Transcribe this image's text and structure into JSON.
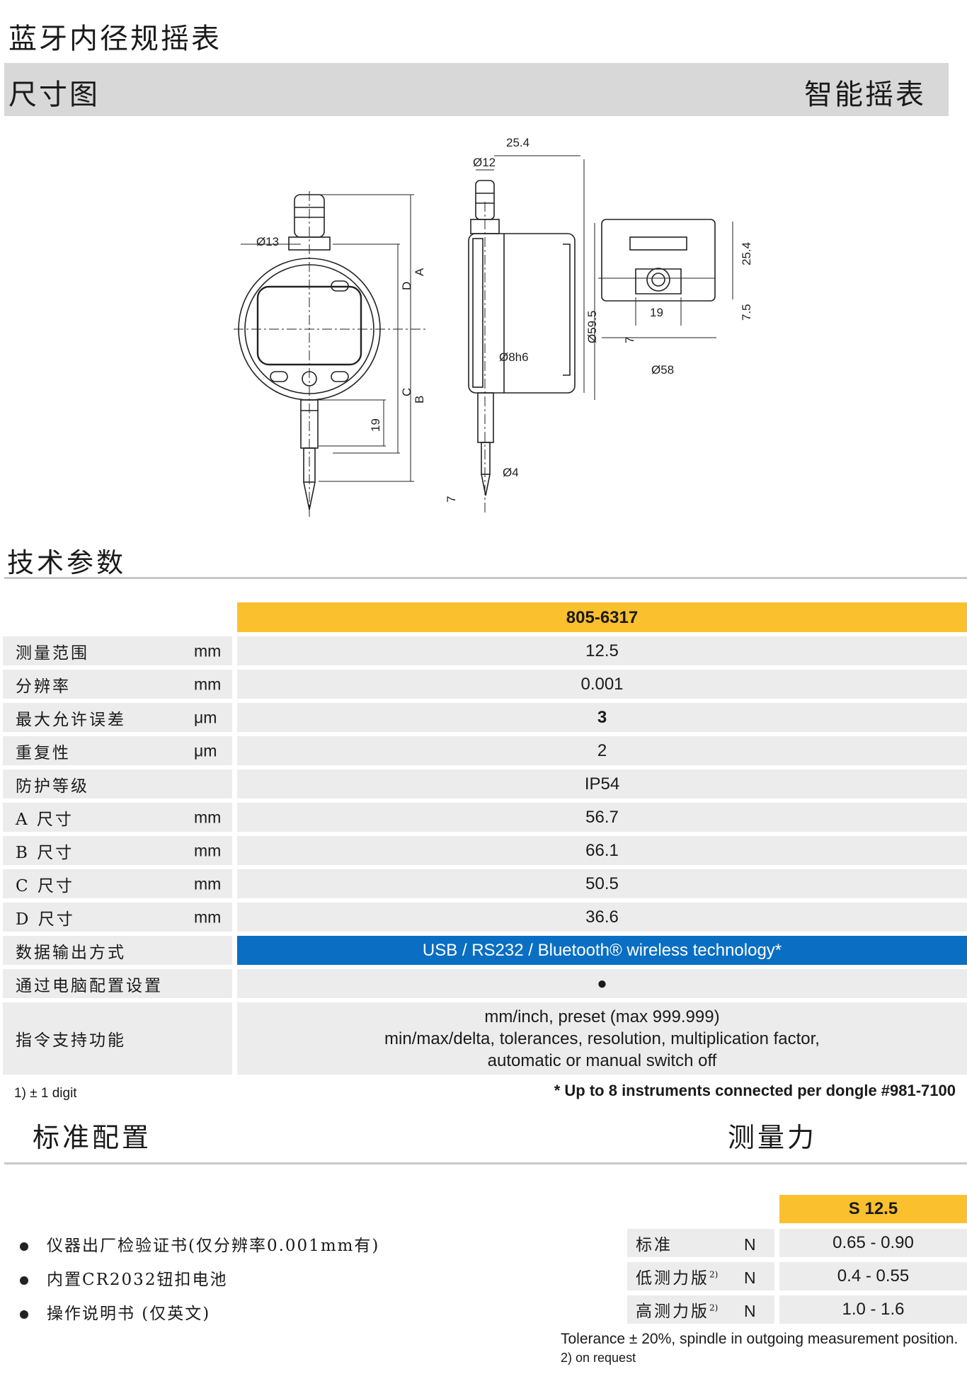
{
  "doc_title": "蓝牙内径规摇表",
  "banner": {
    "left": "尺寸图",
    "right": "智能摇表"
  },
  "drawing_labels": {
    "d13": "Ø13",
    "d12": "Ø12",
    "w25_4": "25.4",
    "d59_5": "Ø59.5",
    "d8h6": "Ø8h6",
    "d4": "Ø4",
    "h19": "19",
    "h7": "7",
    "A": "A",
    "B": "B",
    "C": "C",
    "D": "D",
    "r_25_4": "25.4",
    "r_7": "7",
    "r_7_5": "7.5",
    "r_19": "19",
    "r_d58": "Ø58"
  },
  "specs": {
    "title": "技术参数",
    "model": "805-6317",
    "rows": [
      {
        "label": "测量范围",
        "unit": "mm",
        "value": "12.5"
      },
      {
        "label": "分辨率",
        "unit": "mm",
        "value": "0.001"
      },
      {
        "label": "最大允许误差",
        "unit": "μm",
        "value": "3"
      },
      {
        "label": "重复性",
        "unit": "μm",
        "value": "2"
      },
      {
        "label": "防护等级",
        "unit": "",
        "value": "IP54"
      },
      {
        "label": "A 尺寸",
        "unit": "mm",
        "value": "56.7"
      },
      {
        "label": "B 尺寸",
        "unit": "mm",
        "value": "66.1"
      },
      {
        "label": "C 尺寸",
        "unit": "mm",
        "value": "50.5"
      },
      {
        "label": "D 尺寸",
        "unit": "mm",
        "value": "36.6"
      },
      {
        "label": "数据输出方式",
        "unit": "",
        "value": "USB / RS232 / Bluetooth® wireless technology*"
      },
      {
        "label": "通过电脑配置设置",
        "unit": "",
        "value": "●"
      },
      {
        "label": "指令支持功能",
        "unit": "",
        "value_lines": [
          "mm/inch, preset (max 999.999)",
          "min/max/delta, tolerances, resolution,  multiplication factor,",
          "automatic or manual switch off"
        ]
      }
    ],
    "footnote_left": "1) ± 1 digit",
    "footnote_right": "* Up to 8 instruments connected per dongle #981-7100"
  },
  "standard": {
    "title": "标准配置",
    "items": [
      "仪器出厂检验证书(仅分辨率0.001mm有)",
      "内置CR2032钮扣电池",
      "操作说明书 (仅英文)"
    ]
  },
  "force": {
    "title": "测量力",
    "header": "S 12.5",
    "rows": [
      {
        "label": "标准",
        "sup": "",
        "unit": "N",
        "value": "0.65 - 0.90"
      },
      {
        "label": "低测力版",
        "sup": "2)",
        "unit": "N",
        "value": "0.4 - 0.55"
      },
      {
        "label": "高测力版",
        "sup": "2)",
        "unit": "N",
        "value": "1.0 - 1.6"
      }
    ],
    "note_1": "Tolerance ± 20%, spindle in outgoing measurement position.",
    "note_2": "2) on request"
  }
}
